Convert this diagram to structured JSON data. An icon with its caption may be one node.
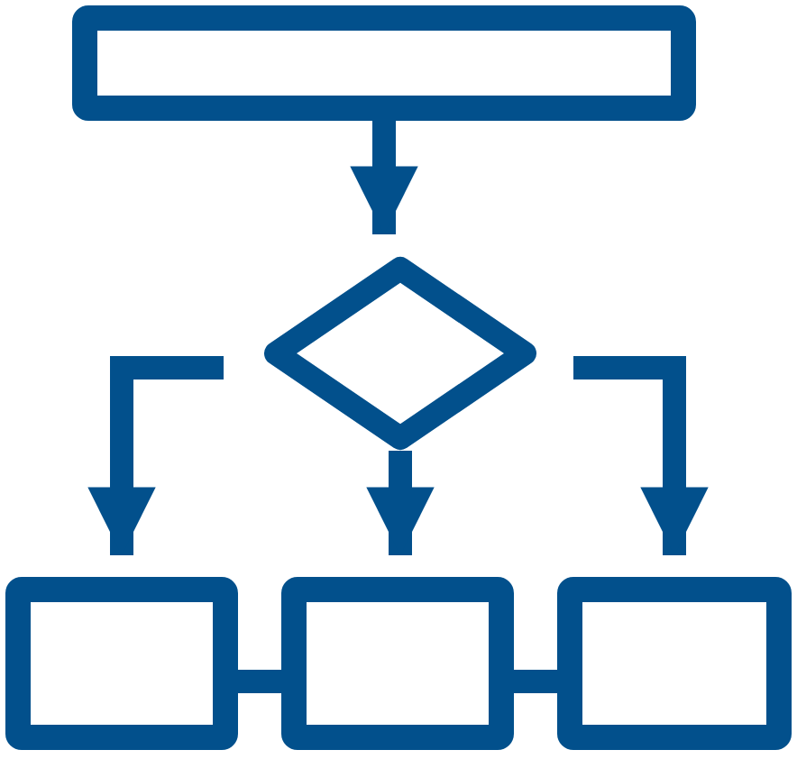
{
  "diagram": {
    "nodes": [
      {
        "text": [],
        "shape": "box"
      },
      {
        "text": [],
        "shape": "diamond"
      },
      {
        "text": [],
        "shape": "box"
      },
      {
        "text": [],
        "shape": "box"
      },
      {
        "text": [],
        "shape": "box"
      }
    ],
    "edges": [
      {
        "from": 0,
        "to": 1,
        "arrow": "to"
      },
      {
        "from": 1,
        "to": 3,
        "arrow": "to"
      },
      {
        "from": 1,
        "to": 2,
        "arrow": "to"
      },
      {
        "from": 1,
        "to": 4,
        "arrow": "to"
      },
      {
        "from": 2,
        "to": 3,
        "arrow": "none"
      },
      {
        "from": 3,
        "to": 4,
        "arrow": "none"
      }
    ]
  }
}
